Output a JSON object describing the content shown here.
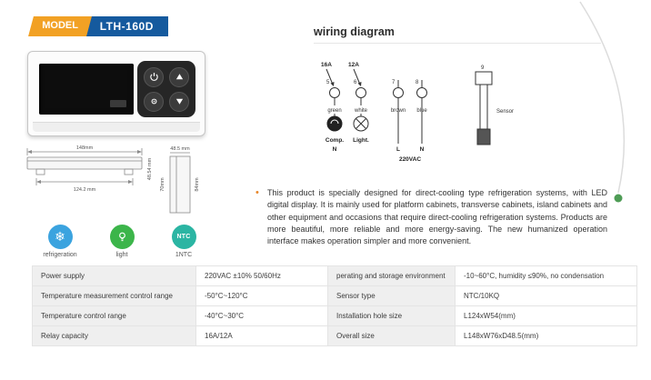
{
  "header": {
    "model_label": "MODEL",
    "model_value": "LTH-160D"
  },
  "colors": {
    "badge_orange": "#F2A124",
    "badge_blue": "#155A9E",
    "bullet_orange": "#E8872A",
    "refrigeration_blue": "#3BA3DF",
    "light_green": "#3CB54A",
    "ntc_teal": "#2BB5A3",
    "curve_dot_green": "#4E9C55"
  },
  "device_dimensions": {
    "front_width": "148mm",
    "front_height": "48.54 mm",
    "hole_width": "124.2 mm",
    "side_top": "48.5 mm",
    "side_left": "70mm",
    "side_right": "84mm"
  },
  "features": [
    {
      "label": "refrigeration"
    },
    {
      "label": "light"
    },
    {
      "label": "1NTC",
      "icon_text": "NTC"
    }
  ],
  "wiring": {
    "title": "wiring diagram",
    "fuse_left": "16A",
    "fuse_right": "12A",
    "terminals": [
      "5",
      "6",
      "7",
      "8"
    ],
    "sensor_terminal": "9",
    "wire_colors": [
      "green",
      "white",
      "brown",
      "blue"
    ],
    "comp_label": "Comp.",
    "light_label": "Light.",
    "comp_neutral": "N",
    "line_label": "L",
    "neutral_label": "N",
    "voltage_label": "220VAC",
    "sensor_label": "Sensor"
  },
  "description": {
    "bullet": "•",
    "text": "This product is specially designed for direct-cooling type refrigeration systems, with LED digital display. It is mainly used for platform cabinets, transverse cabinets, island cabinets and other equipment and occasions that require direct-cooling refrigeration systems. Products are more beautiful, more reliable and more energy-saving. The new humanized operation interface makes operation simpler and more convenient."
  },
  "spec_table": {
    "rows": [
      {
        "label1": "Power supply",
        "value1": "220VAC ±10% 50/60Hz",
        "label2": "perating and storage environment",
        "value2": "-10~60°C, humidity ≤90%, no condensation"
      },
      {
        "label1": "Temperature measurement control range",
        "value1": "-50°C~120°C",
        "label2": "Sensor type",
        "value2": "NTC/10KQ"
      },
      {
        "label1": "Temperature control range",
        "value1": "-40°C~30°C",
        "label2": "Installation hole size",
        "value2": "L124xW54(mm)"
      },
      {
        "label1": "Relay capacity",
        "value1": "16A/12A",
        "label2": "Overall size",
        "value2": "L148xW76xD48.5(mm)"
      }
    ]
  }
}
